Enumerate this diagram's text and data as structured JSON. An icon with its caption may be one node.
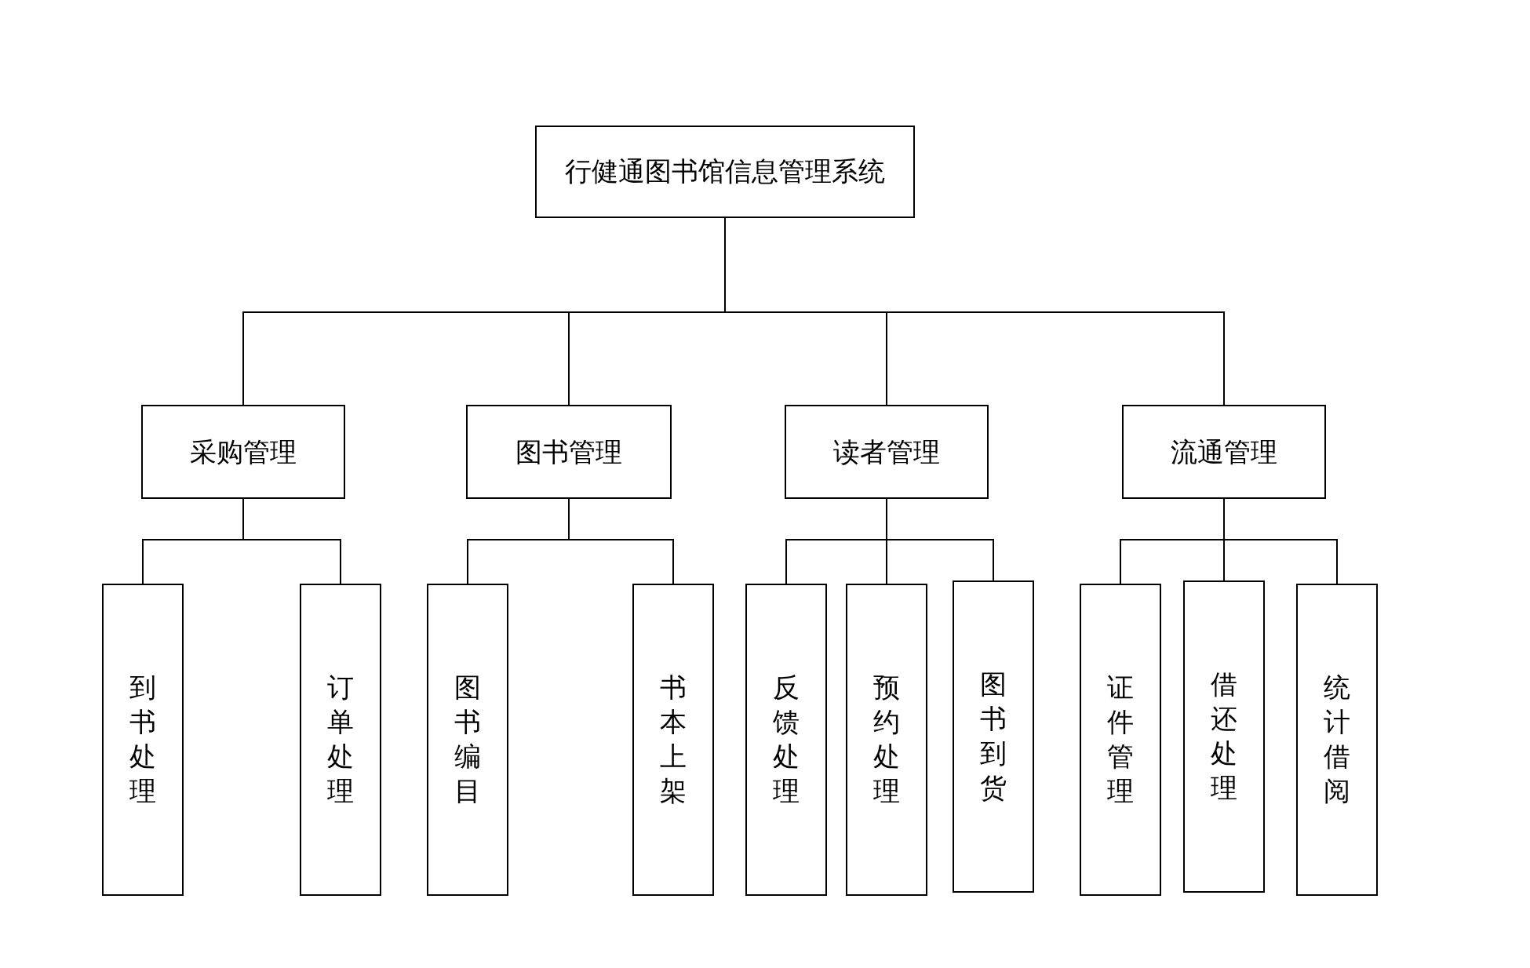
{
  "diagram": {
    "nodes": [
      {
        "text": [
          "行健通图书馆信息管理系统"
        ]
      },
      {
        "text": [
          "采购管理"
        ]
      },
      {
        "text": [
          "图书管理"
        ]
      },
      {
        "text": [
          "读者管理"
        ]
      },
      {
        "text": [
          "流通管理"
        ]
      },
      {
        "text": [
          "到书处理"
        ]
      },
      {
        "text": [
          "订单处理"
        ]
      },
      {
        "text": [
          "图书编目"
        ]
      },
      {
        "text": [
          "书本上架"
        ]
      },
      {
        "text": [
          "反馈处理"
        ]
      },
      {
        "text": [
          "预约处理"
        ]
      },
      {
        "text": [
          "图书到货"
        ]
      },
      {
        "text": [
          "证件管理"
        ]
      },
      {
        "text": [
          "借还处理"
        ]
      },
      {
        "text": [
          "统计借阅"
        ]
      }
    ],
    "edges": [
      {
        "from": 0,
        "to": 1,
        "arrow": "none"
      },
      {
        "from": 0,
        "to": 2,
        "arrow": "none"
      },
      {
        "from": 0,
        "to": 3,
        "arrow": "none"
      },
      {
        "from": 0,
        "to": 4,
        "arrow": "none"
      },
      {
        "from": 1,
        "to": 5,
        "arrow": "none"
      },
      {
        "from": 1,
        "to": 6,
        "arrow": "none"
      },
      {
        "from": 2,
        "to": 7,
        "arrow": "none"
      },
      {
        "from": 2,
        "to": 8,
        "arrow": "none"
      },
      {
        "from": 3,
        "to": 9,
        "arrow": "none"
      },
      {
        "from": 3,
        "to": 10,
        "arrow": "none"
      },
      {
        "from": 3,
        "to": 11,
        "arrow": "none"
      },
      {
        "from": 4,
        "to": 12,
        "arrow": "none"
      },
      {
        "from": 4,
        "to": 13,
        "arrow": "none"
      },
      {
        "from": 4,
        "to": 14,
        "arrow": "none"
      }
    ]
  }
}
